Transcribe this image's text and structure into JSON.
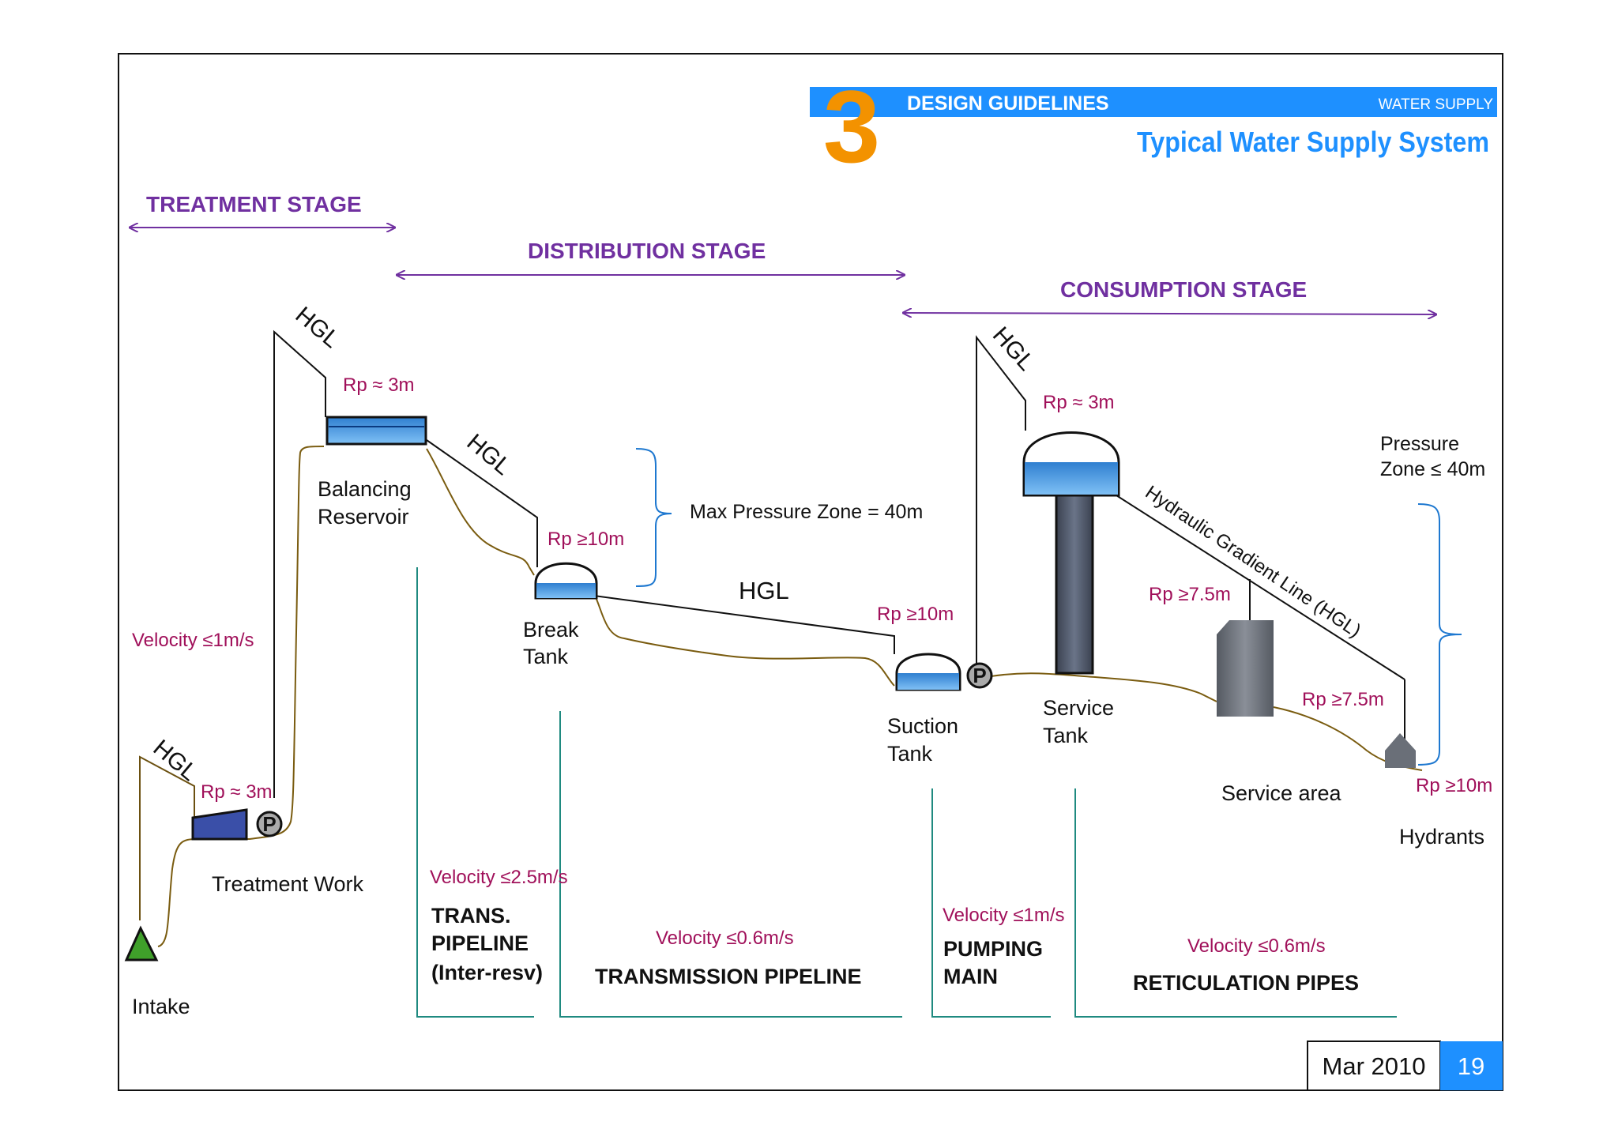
{
  "header": {
    "number": "3",
    "title": "DESIGN GUIDELINES",
    "category": "WATER SUPPLY",
    "subtitle": "Typical Water Supply System"
  },
  "stages": {
    "treatment": "TREATMENT STAGE",
    "distribution": "DISTRIBUTION STAGE",
    "consumption": "CONSUMPTION STAGE"
  },
  "hgl_labels": {
    "intake": "HGL",
    "treatment": "HGL",
    "reservoir": "HGL",
    "transmission": "HGL",
    "service": "HGL",
    "full": "Hydraulic Gradient Line (HGL)"
  },
  "pressures": {
    "treatment": "Rp ≈ 3m",
    "reservoir": "Rp ≈ 3m",
    "break_tank": "Rp ≥10m",
    "suction_tank": "Rp ≥10m",
    "service_tank": "Rp ≈ 3m",
    "service_area_top": "Rp ≥7.5m",
    "service_area_bottom": "Rp ≥7.5m",
    "hydrants": "Rp ≥10m"
  },
  "zones": {
    "max_pressure": "Max Pressure Zone = 40m",
    "pressure_zone_line1": "Pressure",
    "pressure_zone_line2": "Zone ≤ 40m"
  },
  "components": {
    "intake": "Intake",
    "treatment_work": "Treatment Work",
    "balancing_reservoir_line1": "Balancing",
    "balancing_reservoir_line2": "Reservoir",
    "break_tank_line1": "Break",
    "break_tank_line2": "Tank",
    "suction_tank_line1": "Suction",
    "suction_tank_line2": "Tank",
    "service_tank_line1": "Service",
    "service_tank_line2": "Tank",
    "service_area": "Service area",
    "hydrants": "Hydrants",
    "pump": "P"
  },
  "velocities": {
    "rising_main": "Velocity ≤1m/s",
    "trans_pipeline": "Velocity ≤2.5m/s",
    "transmission": "Velocity ≤0.6m/s",
    "pumping_main": "Velocity ≤1m/s",
    "reticulation": "Velocity ≤0.6m/s"
  },
  "pipelines": {
    "trans_line1": "TRANS.",
    "trans_line2": "PIPELINE",
    "trans_line3": "(Inter-resv)",
    "transmission": "TRANSMISSION PIPELINE",
    "pumping_line1": "PUMPING",
    "pumping_line2": "MAIN",
    "reticulation": "RETICULATION PIPES"
  },
  "footer": {
    "date": "Mar 2010",
    "page": "19"
  },
  "colors": {
    "purple": "#7030a0",
    "magenta": "#a0105a",
    "blue": "#1e90ff",
    "orange": "#f39200",
    "teal": "#1f8a80",
    "pipe": "#7a5c10",
    "water": "#4aa0e6",
    "tower": "#5a6478"
  }
}
